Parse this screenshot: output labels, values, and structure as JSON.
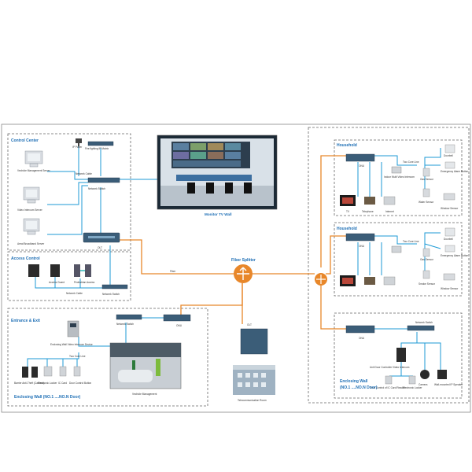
{
  "control_center": {
    "title": "Control Center",
    "ip_paper": "IP Paper",
    "fire_ip": "Fire fighting IP Matrix",
    "mgmt_server": "Vechicle Management Server",
    "video_server": "Video Intercom Server",
    "alarm_server": "Areal Broadband Server",
    "network_cable": "Network Cable",
    "network_switch": "Network Switch",
    "olt": "OLT"
  },
  "tv_wall": {
    "label": "Monitor TV Wall"
  },
  "access_control": {
    "title": "Access Control",
    "access_guard": "Access Guard",
    "pedestrian_access": "Pedestrian Access",
    "network_cable": "Network Cable",
    "network_switch": "Network Switch"
  },
  "splitter": {
    "label": "Fiber Splitter",
    "fiber": "Fiber"
  },
  "odf": {
    "label": "OLT",
    "building": "Telecommunication Room"
  },
  "entrance": {
    "title": "Entrance & Exit",
    "network_switch": "Network Switch",
    "onu": "ONU",
    "device": "Enclosing Wall Video Intercom Device",
    "two_core": "Two Core Line",
    "barrier": "Barrier Anti-Theft (Camera)",
    "locker": "Electronic Locker",
    "ic_card": "IC Card",
    "door_control": "Door Control Button",
    "vehicle_mgmt": "Vechicle Management",
    "enclosing_title": "Enclosing Wall (NO.1 ....NO.N Door)"
  },
  "household1": {
    "title": "Household",
    "onu": "ONU",
    "two_core": "Two Core Line",
    "indoor": "Indoor Multi Video Intercom",
    "doorbell": "Doorbell",
    "emergency": "Emergency Alarm Button",
    "gas": "Gas Sensor",
    "water": "Water Sensor",
    "window": "Window Sensor",
    "tv": "TV",
    "telephone": "Telephone",
    "internet": "Internet"
  },
  "household2": {
    "title": "Household",
    "onu": "ONU",
    "two_core": "Two Core Line",
    "doorbell": "Doorbell",
    "emergency": "Emergency Alarm Button",
    "gas": "Gas Sensor",
    "smoke": "Smoke Sensor",
    "window": "Window Sensor"
  },
  "enclosing_right": {
    "onu": "ONU",
    "network_switch": "Network Switch",
    "unit_door": "Unit Door Controller Video Intercom",
    "door_control": "Door Control of IC Card Reader",
    "locker": "Electronic Locker",
    "camera": "Camera",
    "wall_speaker": "Wall-mounted IP Speaker",
    "title": "Enclosing Wall",
    "subtitle": "(NO.1 ....NO.N Door)"
  }
}
